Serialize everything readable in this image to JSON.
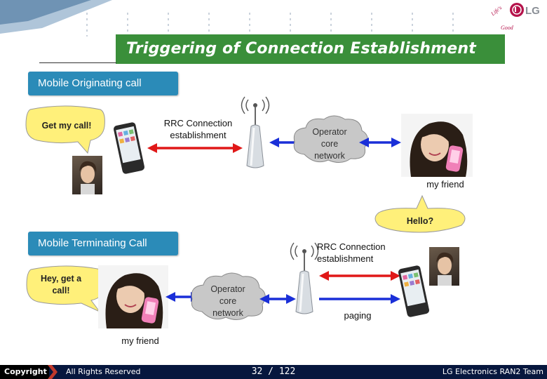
{
  "header": {
    "title": "Triggering of Connection Establishment",
    "logo_text": "LG",
    "logo_tagline": "Life's Good"
  },
  "mobile_originating": {
    "section_label": "Mobile Originating call",
    "speech": "Get my call!",
    "rrc_label": "RRC Connection establishment",
    "core_network": "Operator core network",
    "friend_label": "my friend",
    "reply": "Hello?"
  },
  "mobile_terminating": {
    "section_label": "Mobile Terminating Call",
    "speech": "Hey, get a call!",
    "rrc_label": "RRC Connection establishment",
    "core_network": "Operator core network",
    "paging_label": "paging",
    "friend_label": "my friend"
  },
  "footer": {
    "copyright": "Copyright",
    "rights": "All Rights Reserved",
    "page": "32 / 122",
    "org": "LG Electronics RAN2 Team"
  },
  "colors": {
    "title_bar": "#3a8f3a",
    "section_label": "#2b8bb8",
    "arrow_red": "#e01818",
    "arrow_blue": "#1a2fd8",
    "bubble_yellow": "#fff07a",
    "footer": "#07173e"
  }
}
